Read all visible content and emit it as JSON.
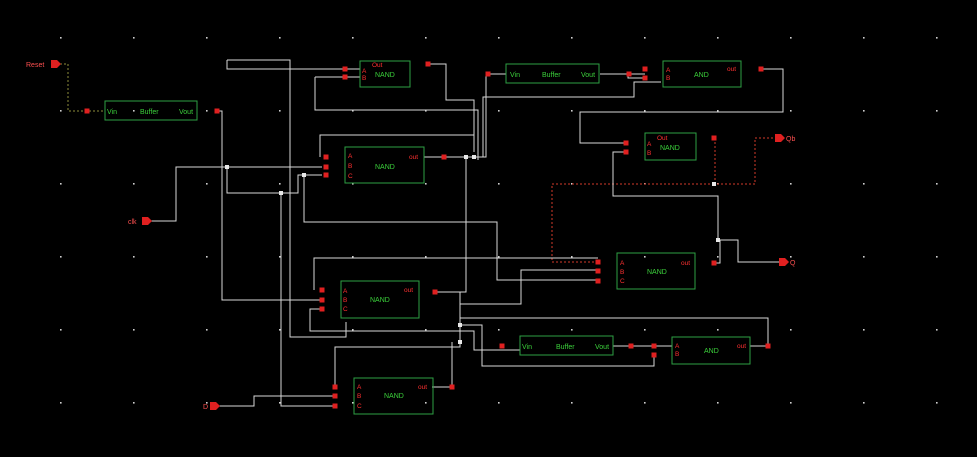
{
  "colors": {
    "background": "#000000",
    "gate_outline": "#2ea043",
    "gate_label": "#3bd13b",
    "pin_label": "#ff3030",
    "pin": "#e02020",
    "wire": "#d8d8d8"
  },
  "ports": {
    "reset": "Reset",
    "clk": "clk",
    "d": "D",
    "qb": "Qb",
    "q": "Q"
  },
  "gates": {
    "buffer1": {
      "title": "Buffer",
      "in": "Vin",
      "out": "Vout"
    },
    "nand_top": {
      "title": "NAND",
      "a": "A",
      "b": "B",
      "out": "Out"
    },
    "buffer2": {
      "title": "Buffer",
      "in": "Vin",
      "out": "Vout"
    },
    "and1": {
      "title": "AND",
      "a": "A",
      "b": "B",
      "out": "out"
    },
    "nand_mid": {
      "title": "NAND",
      "a": "A",
      "b": "B",
      "c": "C",
      "out": "out"
    },
    "nand_qb": {
      "title": "NAND",
      "a": "A",
      "b": "B",
      "out": "Out"
    },
    "nand_q": {
      "title": "NAND",
      "a": "A",
      "b": "B",
      "c": "C",
      "out": "out"
    },
    "nand_left": {
      "title": "NAND",
      "a": "A",
      "b": "B",
      "c": "C",
      "out": "out"
    },
    "buffer3": {
      "title": "Buffer",
      "in": "Vin",
      "out": "Vout"
    },
    "and2": {
      "title": "AND",
      "a": "A",
      "b": "B",
      "out": "out"
    },
    "nand_bot": {
      "title": "NAND",
      "a": "A",
      "b": "B",
      "c": "C",
      "out": "out"
    }
  }
}
